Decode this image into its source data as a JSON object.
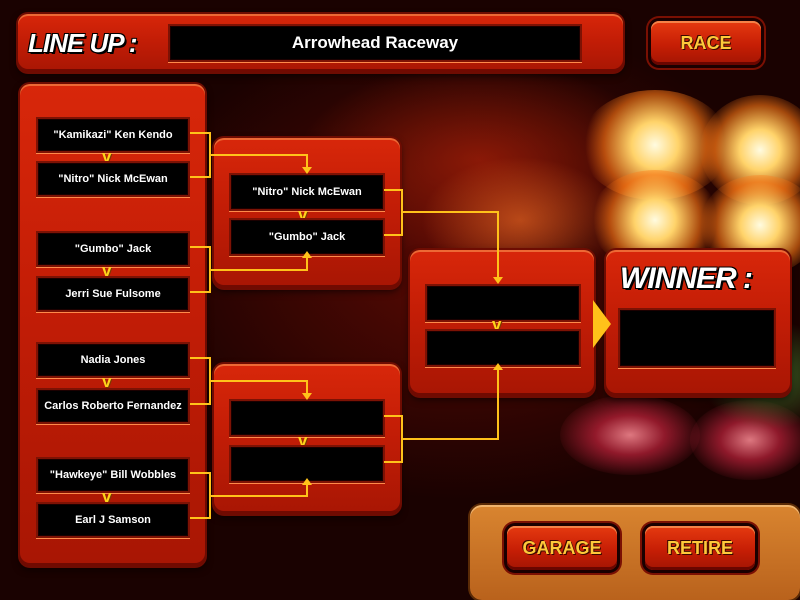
{
  "header": {
    "lineup_label": "LINE UP :",
    "track_name": "Arrowhead Raceway",
    "race_button": "RACE"
  },
  "bracket": {
    "round1": [
      {
        "top": "\"Kamikazi\" Ken Kendo",
        "bottom": "\"Nitro\" Nick McEwan"
      },
      {
        "top": "\"Gumbo\" Jack",
        "bottom": "Jerri Sue Fulsome"
      },
      {
        "top": "Nadia Jones",
        "bottom": "Carlos Roberto Fernandez"
      },
      {
        "top": "\"Hawkeye\" Bill Wobbles",
        "bottom": "Earl J Samson"
      }
    ],
    "round2": [
      {
        "top": "\"Nitro\" Nick McEwan",
        "bottom": "\"Gumbo\" Jack"
      },
      {
        "top": "",
        "bottom": ""
      }
    ],
    "final": {
      "top": "",
      "bottom": ""
    },
    "vs_marker": "v"
  },
  "winner": {
    "label": "WINNER :",
    "name": ""
  },
  "footer": {
    "garage_button": "GARAGE",
    "retire_button": "RETIRE"
  },
  "colors": {
    "panel_red": "#c31d06",
    "connector_yellow": "#ffc21a",
    "button_text": "#ffc93a"
  }
}
